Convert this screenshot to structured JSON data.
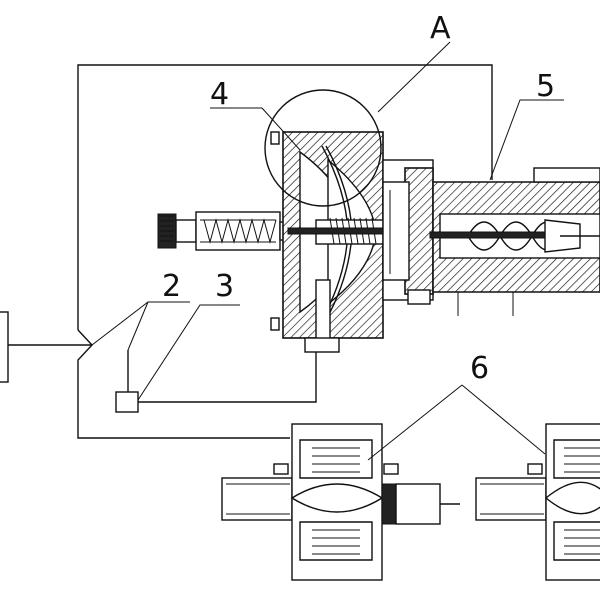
{
  "diagram": {
    "labels": {
      "A": "A",
      "n2": "2",
      "n3": "3",
      "n4": "4",
      "n5": "5",
      "n6": "6"
    }
  }
}
